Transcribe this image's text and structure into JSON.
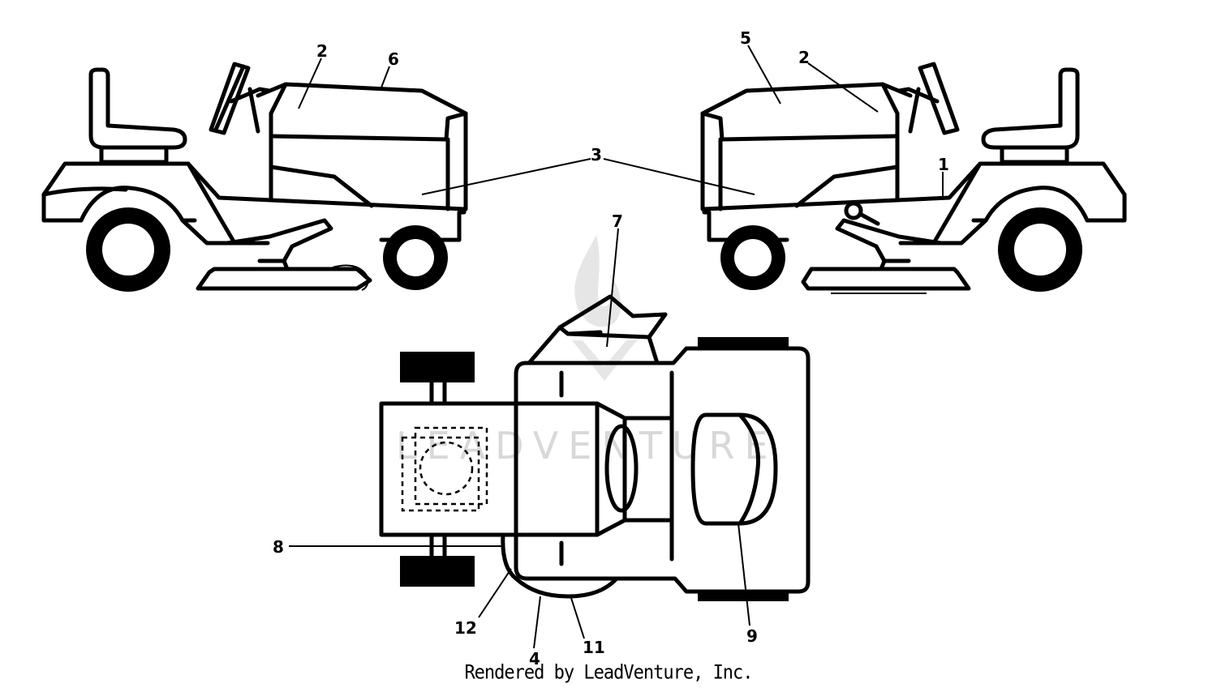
{
  "watermark": {
    "text": "LEADVENTURE"
  },
  "footer": {
    "text": "Rendered by LeadVenture, Inc."
  },
  "callouts": {
    "c1": "1",
    "c2a": "2",
    "c2b": "2",
    "c3": "3",
    "c4": "4",
    "c5": "5",
    "c6": "6",
    "c7": "7",
    "c8": "8",
    "c9": "9",
    "c11": "11",
    "c12": "12"
  },
  "icons": {
    "left_view": "riding-mower-left-side-icon",
    "right_view": "riding-mower-right-side-icon",
    "top_view": "riding-mower-top-view-icon",
    "watermark_logo": "flame-logo-icon"
  }
}
